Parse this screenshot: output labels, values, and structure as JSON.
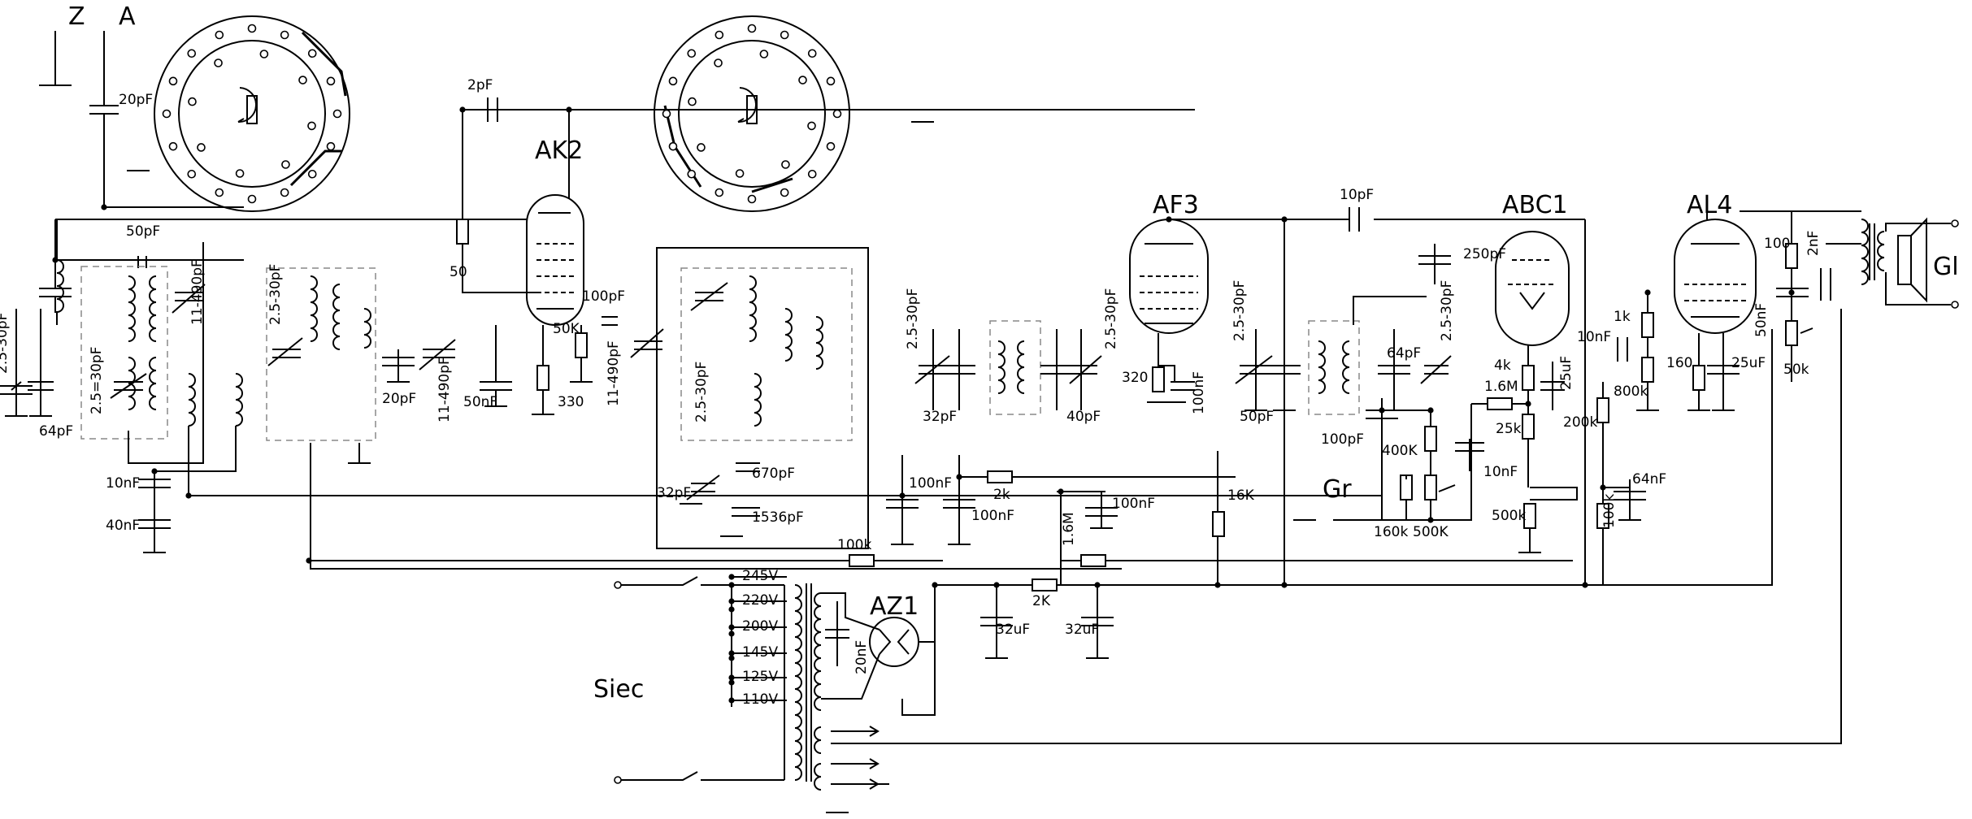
{
  "tubes": {
    "ak2": "AK2",
    "af3": "AF3",
    "abc1": "ABC1",
    "al4": "AL4",
    "az1": "AZ1"
  },
  "terminals": {
    "z": "Z",
    "a": "A",
    "gl": "Gl",
    "gr": "Gr",
    "siec": "Siec"
  },
  "voltages": [
    "245V",
    "220V",
    "200V",
    "145V",
    "125V",
    "110V"
  ],
  "labels": {
    "c_20pf_ant": "20pF",
    "c_2pf": "2pF",
    "c_50pf": "50pF",
    "c_11_490_a": "11-490pF",
    "c_2530_a": "2.5-30pF",
    "c_2530_b": "2.5=30pF",
    "c_64pf_a": "64pF",
    "c_2530_c": "2.5-30pF",
    "c_20pf_b": "20pF",
    "c_11_490_b": "11-490pF",
    "r_50": "50",
    "c_10nf_a": "10nF",
    "c_40nf": "40nF",
    "c_50nf": "50nF",
    "r_330": "330",
    "c_100pf_a": "100pF",
    "r_50k_a": "50K",
    "c_11_490_c": "11-490pF",
    "c_2530_d": "2.5-30pF",
    "c_32pf_a": "32pF",
    "c_670pf": "670pF",
    "c_1536pf": "1536pF",
    "c_2530_e": "2.5-30pF",
    "c_32pf_b": "32pF",
    "c_100nf_a": "100nF",
    "c_100nf_b": "100nF",
    "r_2k_a": "2k",
    "c_40pf": "40pF",
    "c_2530_f": "2.5-30pF",
    "r_320": "320",
    "c_100nf_c": "100nF",
    "c_100nf_d": "100nF",
    "r_1_6m_a": "1.6M",
    "r_100k_a": "100k",
    "c_10pf": "10pF",
    "c_2530_g": "2.5-30pF",
    "c_50pf_b": "50pF",
    "r_16k": "16K",
    "c_250pf": "250pF",
    "c_64pf_b": "64pF",
    "c_2530_h": "2.5-30pF",
    "c_100pf_b": "100pF",
    "r_400k": "400K",
    "r_4k": "4k",
    "r_1_6m_b": "1.6M",
    "r_25k": "25k",
    "c_25uf_a": "25uF",
    "c_10nf_b": "10nF",
    "r_160k": "160k",
    "r_500k_a": "500K",
    "r_500k_b": "500k",
    "r_1k": "1k",
    "c_10nf_c": "10nF",
    "r_800k": "800k",
    "r_200k": "200k",
    "c_64nf": "64nF",
    "r_100k_b": "100k",
    "r_160": "160",
    "c_25uf_b": "25uF",
    "r_100": "100",
    "c_2nf": "2nF",
    "c_50nf_b": "50nF",
    "r_50k_b": "50k",
    "c_20nf": "20nF",
    "c_32uf_a": "32uF",
    "r_2k_b": "2K",
    "c_32uf_b": "32uF"
  }
}
